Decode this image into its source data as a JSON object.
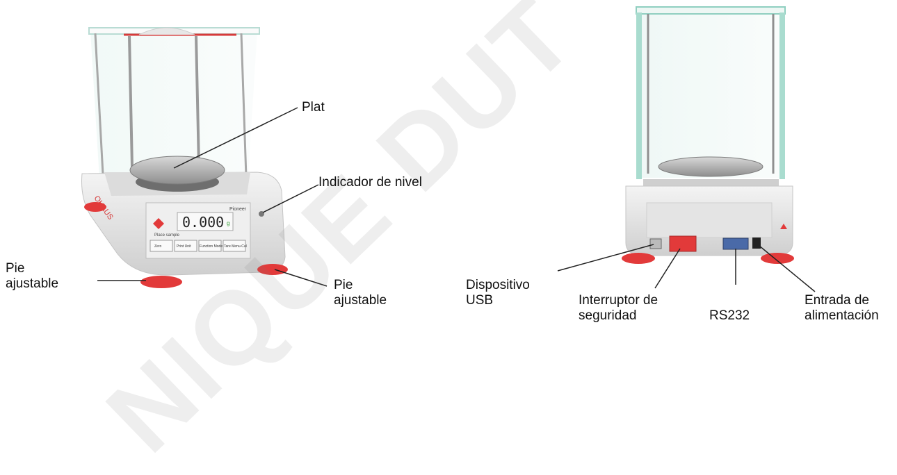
{
  "watermark": "NIQUE DUT",
  "labels": {
    "plat": "Plat",
    "level": "Indicador de nivel",
    "foot_left": [
      "Pie",
      "ajustable"
    ],
    "foot_right": [
      "Pie",
      "ajustable"
    ],
    "usb": [
      "Dispositivo",
      "USB"
    ],
    "security": [
      "Interruptor de",
      "seguridad"
    ],
    "rs232": "RS232",
    "power": [
      "Entrada de",
      "alimentación"
    ]
  },
  "display": {
    "brand": "Pioneer",
    "reading": "0.000",
    "unit": "g",
    "prompt": "Place sample",
    "keys": [
      "Zero",
      "Print Unit",
      "Function Mode",
      "Tare Menu-Cal"
    ]
  },
  "colors": {
    "feet": "#e23a3a",
    "housing": "#ededed",
    "glass": "#9fd6c8"
  }
}
